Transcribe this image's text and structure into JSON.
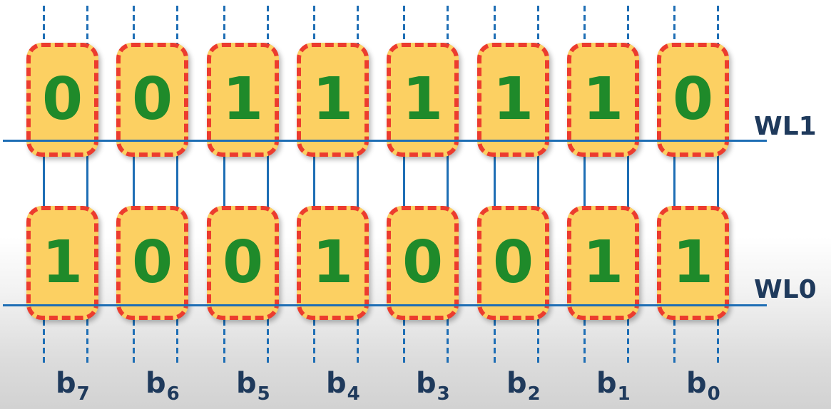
{
  "rows": [
    {
      "label": "WL1",
      "values": [
        "0",
        "0",
        "1",
        "1",
        "1",
        "1",
        "1",
        "0"
      ]
    },
    {
      "label": "WL0",
      "values": [
        "1",
        "0",
        "0",
        "1",
        "0",
        "0",
        "1",
        "1"
      ]
    }
  ],
  "columns": [
    {
      "letter": "b",
      "sub": "7"
    },
    {
      "letter": "b",
      "sub": "6"
    },
    {
      "letter": "b",
      "sub": "5"
    },
    {
      "letter": "b",
      "sub": "4"
    },
    {
      "letter": "b",
      "sub": "3"
    },
    {
      "letter": "b",
      "sub": "2"
    },
    {
      "letter": "b",
      "sub": "1"
    },
    {
      "letter": "b",
      "sub": "0"
    }
  ],
  "colors": {
    "cell_fill": "#fcd062",
    "cell_border": "#ec3c2e",
    "bit_value": "#1f8a2a",
    "lines": "#1e6eb5",
    "labels": "#1f3a5c"
  }
}
